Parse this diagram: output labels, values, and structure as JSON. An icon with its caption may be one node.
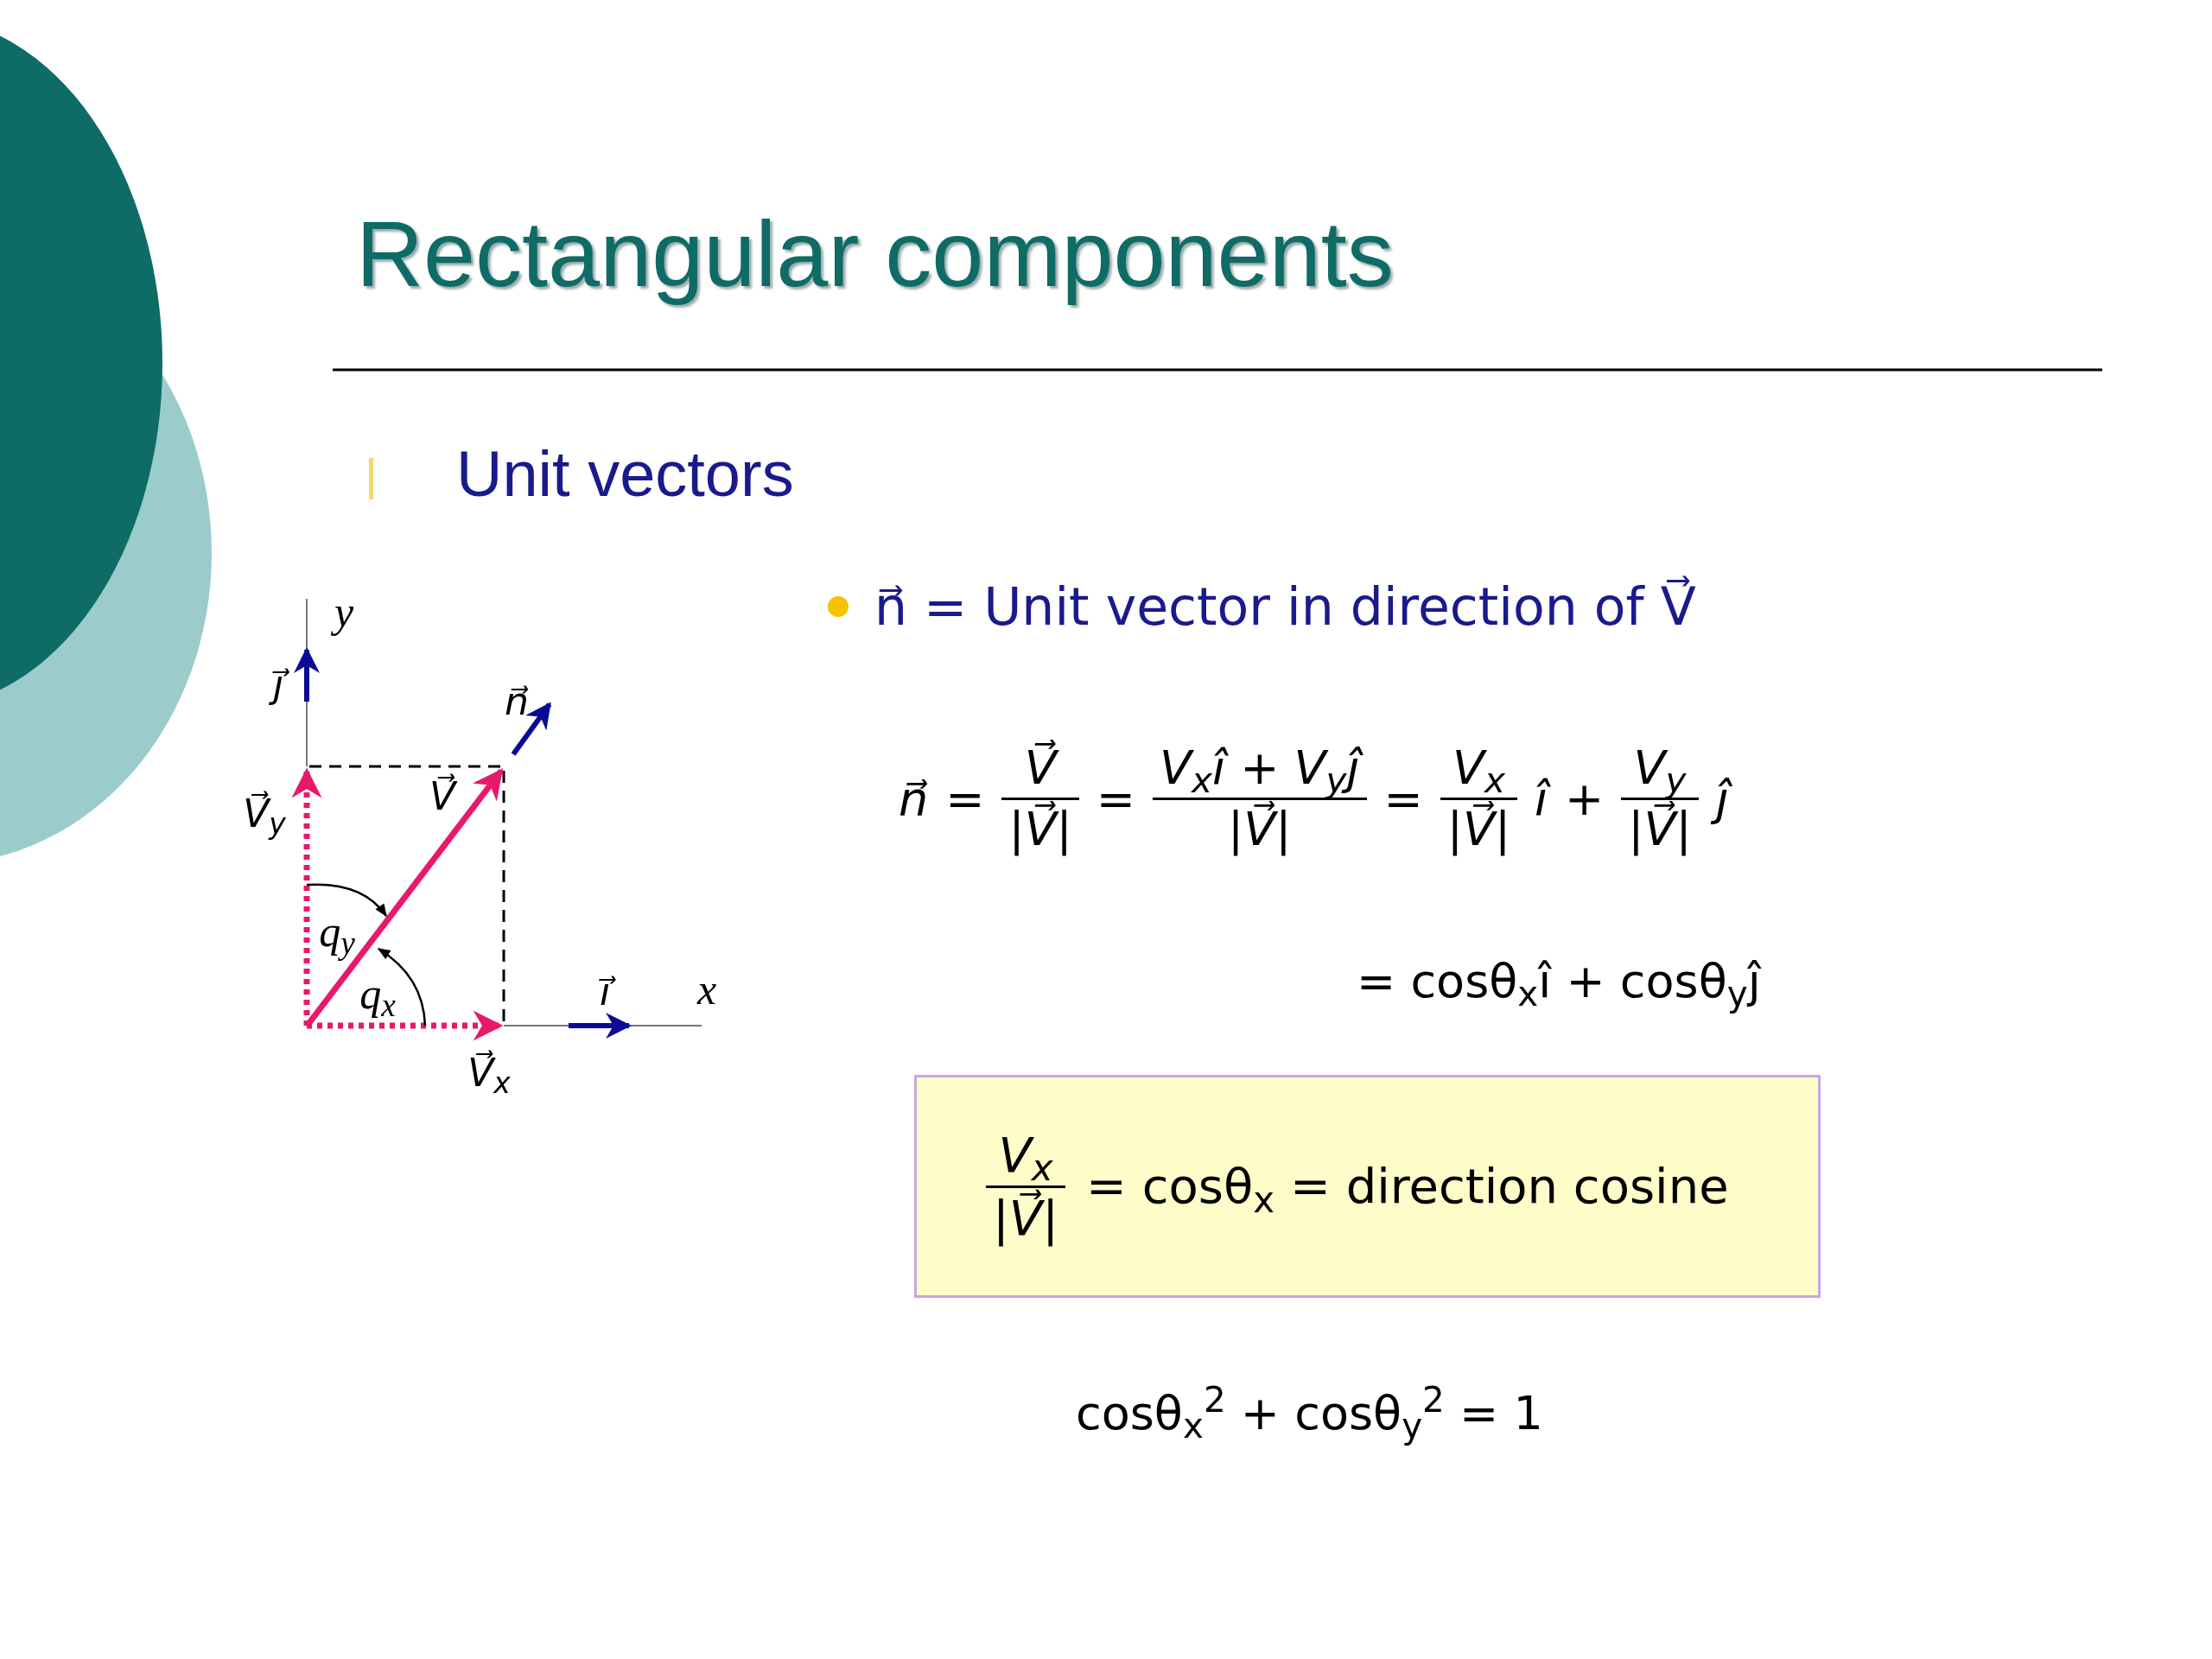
{
  "diagram": {
    "title": "Rectangular components",
    "nodes": [
      {
        "text": [
          "V$_{x}$",
          "|V⃗|",
          "= cosθ$_{x}$ = direction cosine"
        ]
      }
    ],
    "labels": [
      "Unit vectors",
      "n⃗ = Unit vector in direction of V⃗",
      "y",
      "j⃗",
      "n⃗",
      "V⃗",
      "V⃗$_{y}$",
      "q$_{y}$",
      "q$_{x}$",
      "i⃗",
      "x",
      "V⃗$_{x}$",
      "n⃗",
      "=",
      "V⃗",
      "|V⃗|",
      "=",
      "V$_{x}$î + V$_{y}$ĵ",
      "|V⃗|",
      "=",
      "V$_{x}$",
      "|V⃗|",
      "î",
      "+",
      "V$_{y}$",
      "|V⃗|",
      "ĵ",
      "= cosθ$_{x}$î + cosθ$_{y}$ĵ",
      "cosθ$_{x}$$^{2}$ + cosθ$_{y}$$^{2}$ = 1"
    ]
  }
}
